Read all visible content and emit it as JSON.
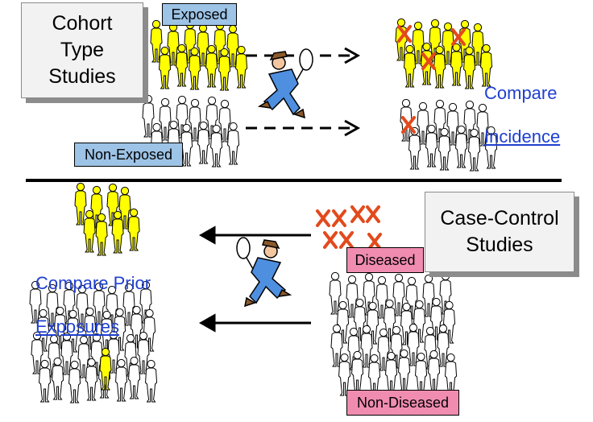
{
  "cohort": {
    "title": "Cohort\nType\nStudies",
    "exposed_label": "Exposed",
    "non_exposed_label": "Non-Exposed",
    "compare_line1": "Compare",
    "compare_line2": "Incidence"
  },
  "case_control": {
    "title": "Case-Control\nStudies",
    "diseased_label": "Diseased",
    "non_diseased_label": "Non-Diseased",
    "compare_line1": "Compare Prior",
    "compare_line2": "Exposures"
  },
  "colors": {
    "exposed_fill": "#ffff00",
    "unexposed_fill": "#ffffff",
    "disease_mark": "#e24a1c",
    "caption_text": "#1f3fcf",
    "exposed_tag": "#9dc3e6",
    "diseased_tag": "#f08cb0"
  }
}
